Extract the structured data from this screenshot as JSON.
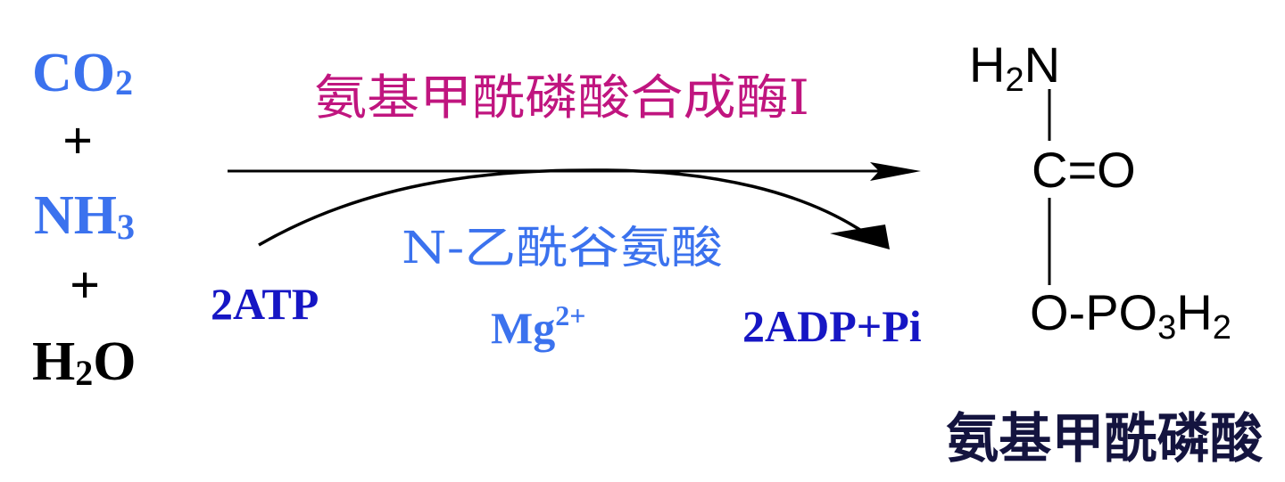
{
  "colors": {
    "reactant_blue": "#3b72ee",
    "cofactor_dark_blue": "#1616c4",
    "enzyme_magenta": "#c0157f",
    "product_label_navy": "#14143f",
    "black": "#000000"
  },
  "reactants": {
    "co2": {
      "main": "CO",
      "sub": "2"
    },
    "plus1": "+",
    "nh3": {
      "main": "NH",
      "sub": "3"
    },
    "plus2": "+",
    "h2o": {
      "pre": "H",
      "sub": "2",
      "post": "O"
    }
  },
  "enzyme": "氨基甲酰磷酸合成酶I",
  "activator": "N-乙酰谷氨酸",
  "cofactor": {
    "main": "Mg",
    "sup": "2+"
  },
  "energy_in": "2ATP",
  "energy_out": "2ADP+Pi",
  "product_structure": {
    "amine": {
      "pre": "H",
      "sub": "2",
      "post": "N"
    },
    "carbonyl": "C=O",
    "phosphate": {
      "pre": "O-PO",
      "sub1": "3",
      "mid": "H",
      "sub2": "2"
    }
  },
  "product_name": "氨基甲酰磷酸"
}
